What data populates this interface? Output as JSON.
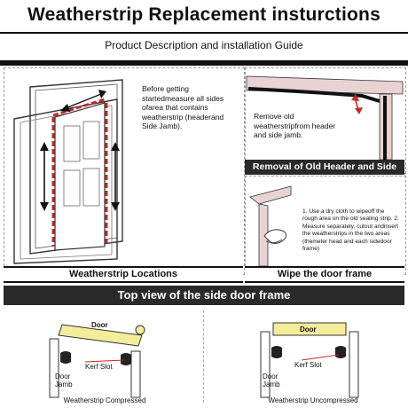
{
  "header": {
    "title": "Weatherstrip Replacement insturctions",
    "subtitle": "Product Description and installation Guide"
  },
  "panels": {
    "locations": {
      "description": "Before getting startedmeasure all sides ofarea that contains weatherstrip (headerand Side Jamb).",
      "caption": "Weatherstrip Locations"
    },
    "removal": {
      "description": "Remove old weatherstripfrom header and side jamb.",
      "caption": "Removal of Old Header and Side Jamb"
    },
    "wipe": {
      "steps": "1. Use a dry cloth to wipeoff the rough area on the old sealing strip. 2. Measure separately, cutout andinsert the weatherstrips in the two areas (themeter head and each sidedoor frame)",
      "caption": "Wipe the door frame"
    }
  },
  "topview": {
    "heading": "Top view of the side door frame",
    "left": {
      "door_label": "Door",
      "kerf_label": "Kerf Slot",
      "jamb_label_1": "Door",
      "jamb_label_2": "Jamb",
      "caption": "Weatherstrip Compressed"
    },
    "right": {
      "door_label": "Door",
      "kerf_label": "Kerf Slot",
      "jamb_label_1": "Door",
      "jamb_label_2": "Jamb",
      "caption": "Weatherstrip Uncompressed"
    }
  },
  "colors": {
    "strip_red": "#c62828",
    "door_yellow": "#f3ec9a",
    "frame_pink": "#e8d2d2",
    "dark_band": "#2a2a2a"
  }
}
